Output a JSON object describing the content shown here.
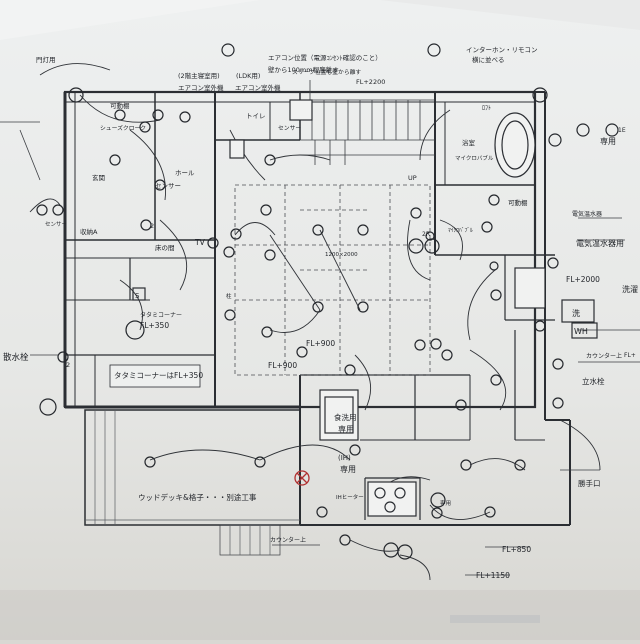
{
  "labels": {
    "lamp": "門灯用",
    "ac_pos": "エアコン位置（電源ｺﾝｾﾝﾄ確認のこと）",
    "ac_wall": "壁から100mm程度離す",
    "intercom": "インターホン・リモコン",
    "intercom2": "横に並べる",
    "room2_ac": "(2階主寝室用)",
    "ldk_ac": "(LDK用)",
    "ac_out1": "エアコン室外機",
    "ac_out2": "エアコン室外機",
    "sleeve": "スリーブ位置も壁から離す",
    "fl2200": "FL+2200",
    "shelf1": "可動棚",
    "shoe": "シューズクローク",
    "entrance": "玄関",
    "hall": "ホール",
    "sensor1": "センサー",
    "sensor2": "センサー",
    "toilet": "トイレ",
    "sensor3": "センサー",
    "up": "UP",
    "bath": "浴室",
    "myclean": "マイクロバブル",
    "tv": "TV",
    "toko": "床の間",
    "storage": "収納A",
    "dim": "1200×2000",
    "s_mark": "S",
    "washroom": "ﾏｲｸﾛﾊﾞﾌﾞﾙ",
    "shelf2": "可動棚",
    "wh_label": "電気温水器",
    "wh_label2": "電気温水器用",
    "fl2000": "FL+2000",
    "wash_label": "洗",
    "wh": "WH",
    "laundry": "洗濯",
    "tatami_corner": "タタミコーナー",
    "fl350": "FL+350",
    "tatami_note": "タタミコーナーはFL+350",
    "fl900a": "FL+900",
    "fl900b": "FL+900",
    "counter1": "カウンター上",
    "counter2": "カウンター上",
    "faucet1": "散水栓",
    "faucet2": "立水栓",
    "wash_only": "食洗用",
    "wash_only2": "専用",
    "ih": "(IH)",
    "ih2": "専用",
    "deck": "ウッドデッキ&格子・・・別途工事",
    "fl850": "FL+850",
    "fl1150": "FL+1150",
    "back_door": "勝手口",
    "senyo1": "専用",
    "senyo2": "専用",
    "ie": "1E",
    "fl_plus": "FL+",
    "num2a": "2",
    "num2b": "2",
    "nir": "2R",
    "kotsu": "ﾛﾌﾄ",
    "pillar": "柱",
    "ihheater": "IHヒーター"
  }
}
